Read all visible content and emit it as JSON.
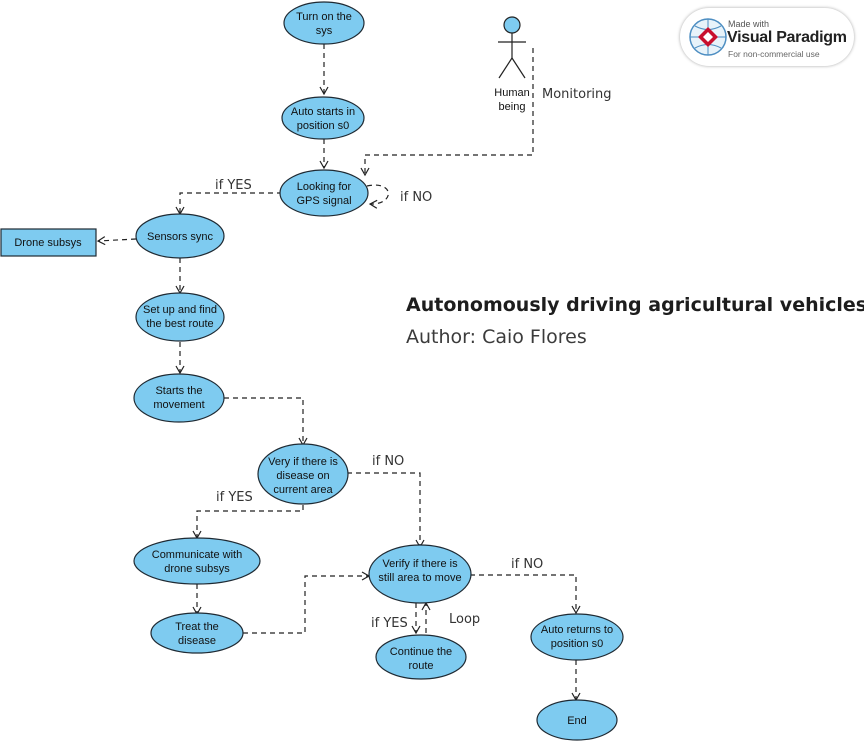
{
  "title": "Autonomously driving agricultural vehicles",
  "author": "Author: Caio Flores",
  "badge": {
    "made_with": "Made with",
    "brand": "Visual Paradigm",
    "note": "For non-commercial use"
  },
  "actor": {
    "label_line1": "Human",
    "label_line2": "being"
  },
  "nodes": {
    "turn_on": [
      "Turn on the",
      "sys"
    ],
    "auto_start": [
      "Auto starts in",
      "position s0"
    ],
    "gps": [
      "Looking for",
      "GPS signal"
    ],
    "sensors": [
      "Sensors sync"
    ],
    "drone_subsys": [
      "Drone subsys"
    ],
    "route": [
      "Set up and find",
      "the best route"
    ],
    "movement": [
      "Starts the",
      "movement"
    ],
    "disease_check": [
      "Very if there is",
      "disease on",
      "current area"
    ],
    "communicate": [
      "Communicate with",
      "drone subsys"
    ],
    "treat": [
      "Treat the",
      "disease"
    ],
    "area_check": [
      "Verify if there is",
      "still area to move"
    ],
    "continue": [
      "Continue the",
      "route"
    ],
    "return": [
      "Auto returns to",
      "position s0"
    ],
    "end": [
      "End"
    ]
  },
  "edge_labels": {
    "monitoring": "Monitoring",
    "gps_yes": "if YES",
    "gps_no": "if NO",
    "disease_no": "if NO",
    "disease_yes": "if YES",
    "area_no": "if NO",
    "area_yes": "if YES",
    "loop": "Loop"
  }
}
